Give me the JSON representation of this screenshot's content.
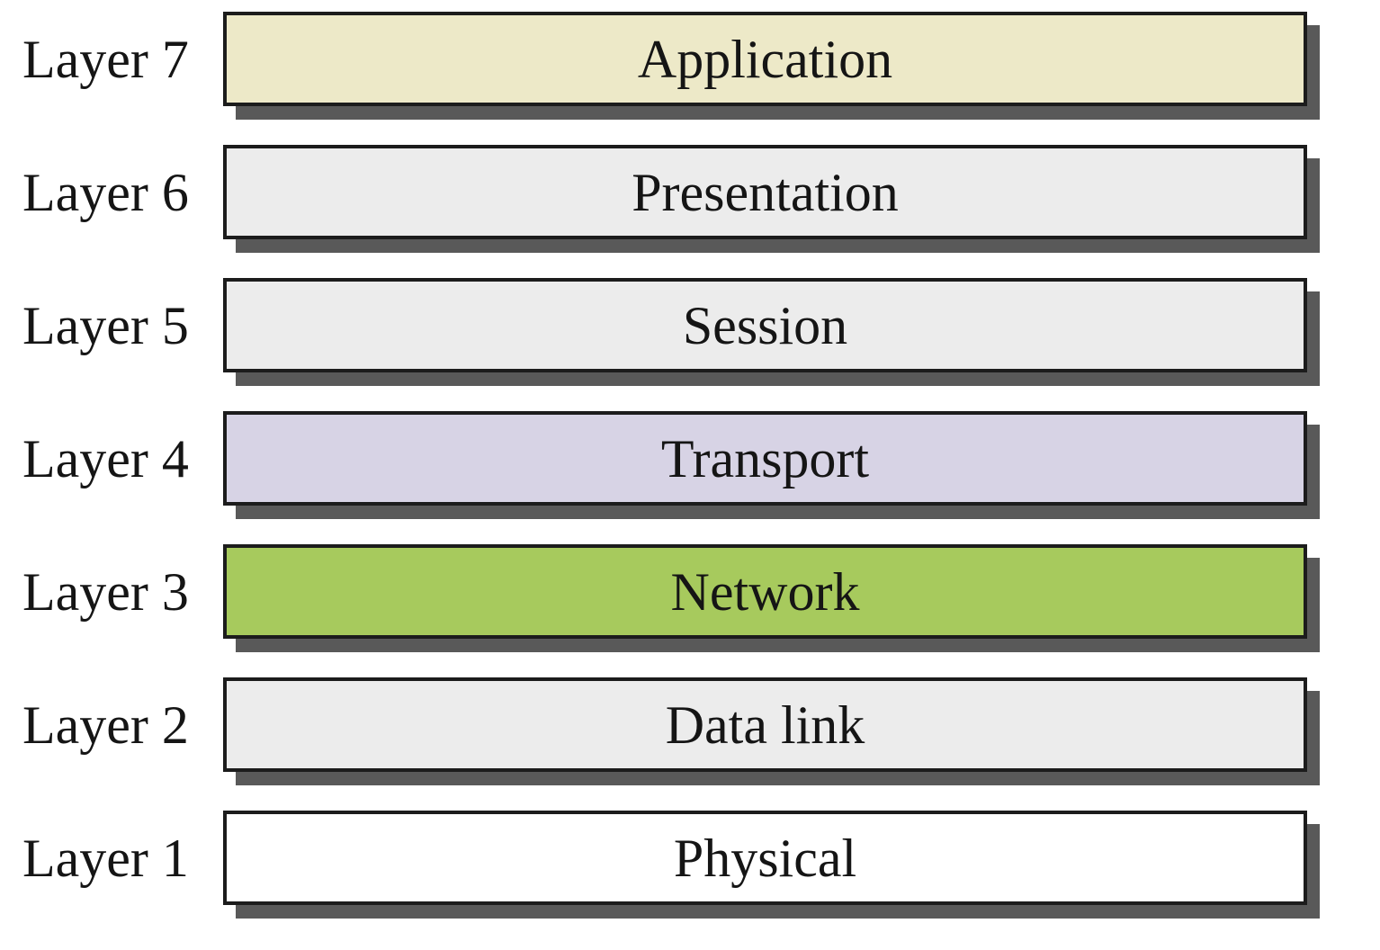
{
  "diagram": {
    "layers": [
      {
        "label": "Layer 7",
        "name": "Application",
        "fill": "#ede9c8"
      },
      {
        "label": "Layer 6",
        "name": "Presentation",
        "fill": "#ececec"
      },
      {
        "label": "Layer 5",
        "name": "Session",
        "fill": "#ececec"
      },
      {
        "label": "Layer 4",
        "name": "Transport",
        "fill": "#d7d3e5"
      },
      {
        "label": "Layer 3",
        "name": "Network",
        "fill": "#a7ca5d"
      },
      {
        "label": "Layer 2",
        "name": "Data link",
        "fill": "#ececec"
      },
      {
        "label": "Layer 1",
        "name": "Physical",
        "fill": "#ffffff"
      }
    ],
    "colors": {
      "border": "#1c1c1c",
      "shadow": "#595959",
      "text": "#151515",
      "background": "#ffffff"
    }
  }
}
